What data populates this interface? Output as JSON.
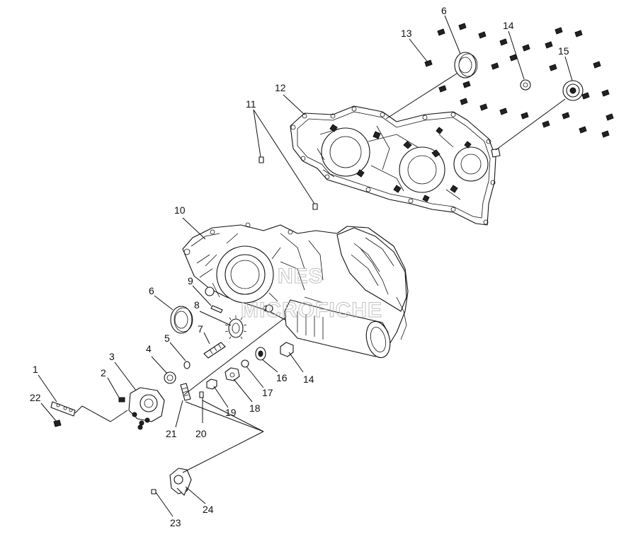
{
  "callouts": [
    {
      "id": "c1",
      "label": "1"
    },
    {
      "id": "c2",
      "label": "2"
    },
    {
      "id": "c3",
      "label": "3"
    },
    {
      "id": "c4",
      "label": "4"
    },
    {
      "id": "c5",
      "label": "5"
    },
    {
      "id": "c6a",
      "label": "6"
    },
    {
      "id": "c6b",
      "label": "6"
    },
    {
      "id": "c7",
      "label": "7"
    },
    {
      "id": "c8",
      "label": "8"
    },
    {
      "id": "c9",
      "label": "9"
    },
    {
      "id": "c10",
      "label": "10"
    },
    {
      "id": "c11",
      "label": "11"
    },
    {
      "id": "c12",
      "label": "12"
    },
    {
      "id": "c13",
      "label": "13"
    },
    {
      "id": "c14a",
      "label": "14"
    },
    {
      "id": "c14b",
      "label": "14"
    },
    {
      "id": "c15",
      "label": "15"
    },
    {
      "id": "c16",
      "label": "16"
    },
    {
      "id": "c17",
      "label": "17"
    },
    {
      "id": "c18",
      "label": "18"
    },
    {
      "id": "c19",
      "label": "19"
    },
    {
      "id": "c20",
      "label": "20"
    },
    {
      "id": "c21",
      "label": "21"
    },
    {
      "id": "c22",
      "label": "22"
    },
    {
      "id": "c23",
      "label": "23"
    },
    {
      "id": "c24",
      "label": "24"
    }
  ],
  "watermark": {
    "line1": "NES",
    "line2": "MICROFICHE"
  }
}
